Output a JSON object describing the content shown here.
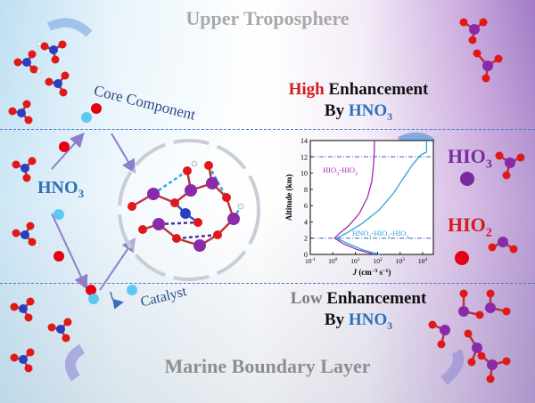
{
  "titles": {
    "upper": "Upper Troposphere",
    "lower": "Marine Boundary Layer"
  },
  "labels": {
    "core_component": "Core Component",
    "catalyst": "Catalyst",
    "hno3_left_base": "HNO",
    "hno3_left_sub": "3"
  },
  "high": {
    "word": "High",
    "rest": " Enhancement",
    "line2_prefix": "By ",
    "line2_species": "HNO",
    "line2_sub": "3"
  },
  "low": {
    "word": "Low",
    "rest": " Enhancement",
    "line2_prefix": "By ",
    "line2_species": "HNO",
    "line2_sub": "3"
  },
  "species_right": {
    "hio3_base": "HIO",
    "hio3_sub": "3",
    "hio2_base": "HIO",
    "hio2_sub": "2"
  },
  "colors": {
    "hio3_line": "#a32ab3",
    "hno3_hio3_hio2_line": "#2aa6d8",
    "hio3_label": "#7a2a9e",
    "hio2_label": "#d21b1b",
    "hno3_label": "#2d6fb8",
    "iodine_atom": "#7a2a9e",
    "oxygen_atom": "#e01818",
    "nitrogen_atom": "#2a3ec2",
    "hydrogen_atom": "#f2f2f2",
    "particle_blue": "#5ec8f0",
    "particle_red": "#e60012"
  },
  "chart_data": {
    "type": "line",
    "xlabel_italic": "J",
    "xlabel_rest": " (cm",
    "xlabel_exp": "−3",
    "xlabel_s": " s",
    "xlabel_exp2": "−1",
    "xlabel_close": ")",
    "ylabel": "Altitude (km)",
    "xscale": "log",
    "xlim": [
      0.1,
      30000
    ],
    "ylim": [
      0,
      14
    ],
    "x_tick_labels": [
      {
        "base": "10",
        "exp": "-1",
        "value": 0.1
      },
      {
        "base": "10",
        "exp": "0",
        "value": 1
      },
      {
        "base": "10",
        "exp": "1",
        "value": 10
      },
      {
        "base": "10",
        "exp": "2",
        "value": 100
      },
      {
        "base": "10",
        "exp": "3",
        "value": 1000
      },
      {
        "base": "10",
        "exp": "4",
        "value": 10000
      }
    ],
    "y_ticks": [
      0,
      2,
      4,
      6,
      8,
      10,
      12,
      14
    ],
    "reference_altitudes": [
      2,
      12
    ],
    "series": [
      {
        "name": "HIO3-HIO2",
        "name_parts": [
          "HIO",
          "3",
          "-HIO",
          "2"
        ],
        "points": [
          [
            70,
            0
          ],
          [
            12,
            0.6
          ],
          [
            3,
            1.3
          ],
          [
            1.2,
            2.0
          ],
          [
            2,
            2.6
          ],
          [
            5,
            3.5
          ],
          [
            15,
            5.0
          ],
          [
            35,
            7.0
          ],
          [
            55,
            9.0
          ],
          [
            65,
            11.0
          ],
          [
            70,
            12.5
          ],
          [
            72,
            14
          ]
        ]
      },
      {
        "name": "HNO3-HIO3-HIO2",
        "name_parts": [
          "HNO",
          "3",
          "-HIO",
          "3",
          "-HIO",
          "2"
        ],
        "points": [
          [
            120,
            0
          ],
          [
            20,
            0.6
          ],
          [
            5,
            1.3
          ],
          [
            1.5,
            2.0
          ],
          [
            4,
            2.6
          ],
          [
            20,
            3.8
          ],
          [
            120,
            5.5
          ],
          [
            500,
            7.5
          ],
          [
            1500,
            9.5
          ],
          [
            3500,
            11.0
          ],
          [
            8000,
            12.2
          ],
          [
            15000,
            12.6
          ],
          [
            15000,
            14
          ]
        ]
      }
    ]
  }
}
